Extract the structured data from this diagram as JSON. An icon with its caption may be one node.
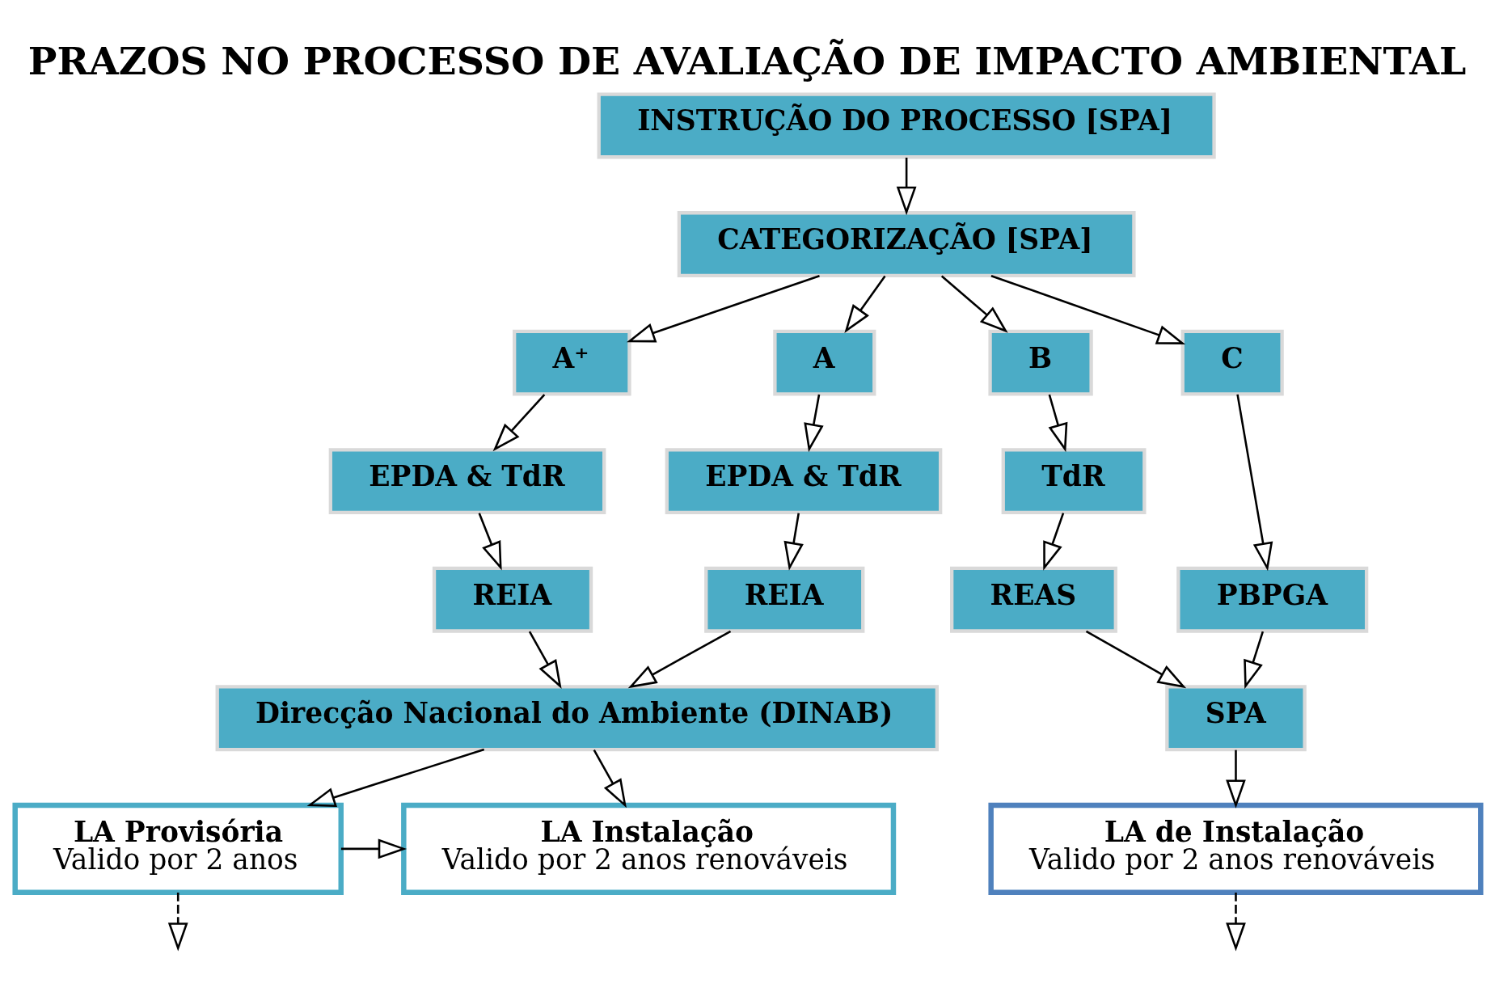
{
  "diagram": {
    "title": "PRAZOS NO PROCESSO DE AVALIAÇÃO DE IMPACTO AMBIENTAL",
    "nodes": [
      {
        "text": [
          "INSTRUÇÃO DO PROCESSO [SPA]"
        ]
      },
      {
        "text": [
          "CATEGORIZAÇÃO [SPA]"
        ]
      },
      {
        "text": [
          "A⁺"
        ]
      },
      {
        "text": [
          "A"
        ]
      },
      {
        "text": [
          "B"
        ]
      },
      {
        "text": [
          "C"
        ]
      },
      {
        "text": [
          "EPDA & TdR"
        ]
      },
      {
        "text": [
          "EPDA & TdR"
        ]
      },
      {
        "text": [
          "TdR"
        ]
      },
      {
        "text": [
          "PBPGA"
        ]
      },
      {
        "text": [
          "REIA"
        ]
      },
      {
        "text": [
          "REIA"
        ]
      },
      {
        "text": [
          "REAS"
        ]
      },
      {
        "text": [
          "Direcção Nacional do Ambiente (DINAB)"
        ]
      },
      {
        "text": [
          "SPA"
        ]
      },
      {
        "text": [
          "LA Provisória",
          "Valido por 2 anos"
        ]
      },
      {
        "text": [
          "LA Instalação",
          "Valido por 2 anos renováveis"
        ]
      },
      {
        "text": [
          "LA de Instalação",
          "Valido por 2 anos renováveis"
        ]
      }
    ],
    "edges": [
      {
        "from": 0,
        "to": 1,
        "arrow": "to"
      },
      {
        "from": 1,
        "to": 2,
        "arrow": "to"
      },
      {
        "from": 1,
        "to": 3,
        "arrow": "to"
      },
      {
        "from": 1,
        "to": 4,
        "arrow": "to"
      },
      {
        "from": 1,
        "to": 5,
        "arrow": "to"
      },
      {
        "from": 2,
        "to": 6,
        "arrow": "to"
      },
      {
        "from": 3,
        "to": 7,
        "arrow": "to"
      },
      {
        "from": 4,
        "to": 8,
        "arrow": "to"
      },
      {
        "from": 5,
        "to": 9,
        "arrow": "to"
      },
      {
        "from": 6,
        "to": 10,
        "arrow": "to"
      },
      {
        "from": 7,
        "to": 11,
        "arrow": "to"
      },
      {
        "from": 8,
        "to": 12,
        "arrow": "to"
      },
      {
        "from": 9,
        "to": 14,
        "arrow": "to"
      },
      {
        "from": 10,
        "to": 13,
        "arrow": "to"
      },
      {
        "from": 11,
        "to": 13,
        "arrow": "to"
      },
      {
        "from": 12,
        "to": 14,
        "arrow": "to"
      },
      {
        "from": 13,
        "to": 15,
        "arrow": "to"
      },
      {
        "from": 13,
        "to": 16,
        "arrow": "to"
      },
      {
        "from": 14,
        "to": 17,
        "arrow": "to"
      },
      {
        "from": 15,
        "to": 16,
        "arrow": "to"
      },
      {
        "from": 15,
        "to": null,
        "arrow": "to",
        "style": "dashed"
      },
      {
        "from": 17,
        "to": null,
        "arrow": "to",
        "style": "dashed"
      }
    ]
  }
}
